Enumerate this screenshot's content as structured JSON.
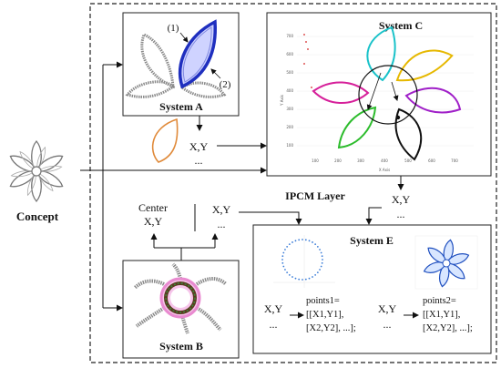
{
  "concept": {
    "label": "Concept"
  },
  "system_a": {
    "title": "System A",
    "callout_1": "(1)",
    "callout_2": "(2)"
  },
  "system_b": {
    "title": "System B"
  },
  "system_c": {
    "title": "System C",
    "x_axis_label": "X Axis",
    "y_axis_label": "Y Axis",
    "x_ticks": [
      "100",
      "200",
      "300",
      "400",
      "500",
      "600",
      "700"
    ],
    "y_ticks": [
      "100",
      "200",
      "300",
      "400",
      "500",
      "600",
      "700"
    ]
  },
  "system_e": {
    "title": "System E",
    "row_left_xy": "X,Y",
    "row_left_dots": "...",
    "points1_line1": "points1=",
    "points1_line2": "[[X1,Y1],",
    "points1_line3": "[X2,Y2], ...];",
    "row_right_xy": "X,Y",
    "row_right_dots": "...",
    "points2_line1": "points2=",
    "points2_line2": "[[X1,Y1],",
    "points2_line3": "[X2,Y2], ...];"
  },
  "layer_label": "IPCM Layer",
  "a_output": {
    "xy": "X,Y",
    "dots": "..."
  },
  "c_output": {
    "xy": "X,Y",
    "dots": "..."
  },
  "b_output": {
    "center_line1": "Center",
    "center_line2": "X,Y",
    "xy": "X,Y",
    "dots": "..."
  },
  "colors": {
    "leaf_blue": "#1f2fbf",
    "leaf_orange": "#e08a3a",
    "leaf_cyan": "#19c2c9",
    "leaf_yellow": "#e6b800",
    "leaf_purple": "#a020c8",
    "leaf_black": "#111111",
    "leaf_green": "#2cbc2c",
    "leaf_magenta": "#d6209a",
    "ring_pink": "#e98ad0",
    "ring_dark": "#5a3a20",
    "ring_green": "#3a8a3a",
    "dots_blue": "#3b7dd8",
    "gray_texture": "#9a9a9a"
  }
}
